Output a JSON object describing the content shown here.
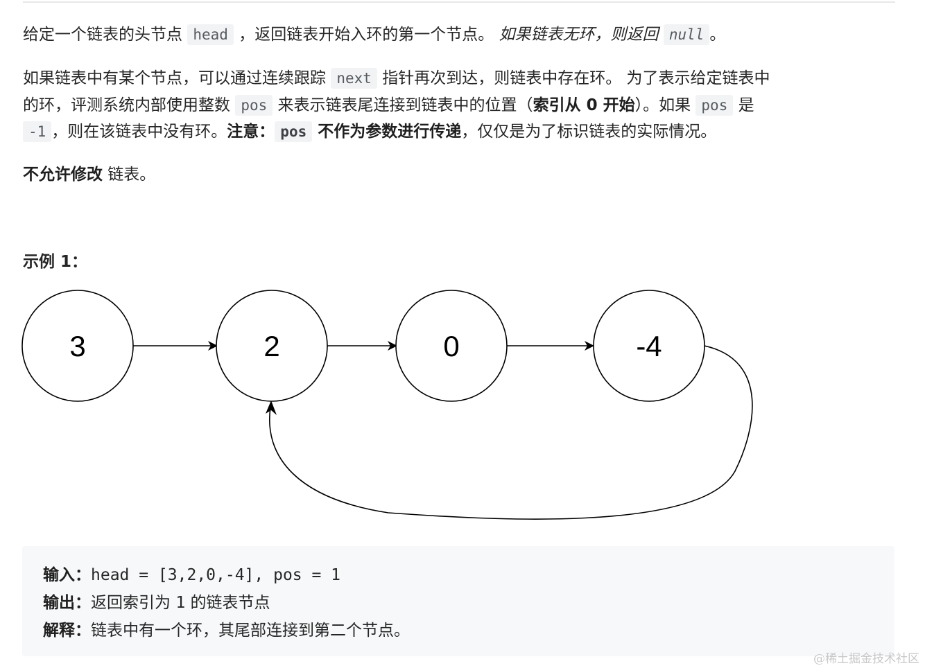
{
  "problem": {
    "p1": {
      "s1": "给定一个链表的头节点 ",
      "code_head": "head",
      "s2": " ，返回链表开始入环的第一个节点。 ",
      "em": "如果链表无环，则返回 ",
      "code_null": "null",
      "s3": "。"
    },
    "p2": {
      "s1": "如果链表中有某个节点，可以通过连续跟踪 ",
      "code_next": "next",
      "s2": " 指针再次到达，则链表中存在环。 为了表示给定链表中",
      "s3": "的环，评测系统内部使用整数 ",
      "code_pos1": "pos",
      "s4": " 来表示链表尾连接到链表中的位置（",
      "bold_index": "索引从 0 开始",
      "s5": "）。如果 ",
      "code_pos2": "pos",
      "s6": " 是",
      "code_neg1": "-1",
      "s7": "，则在该链表中没有环。",
      "bold_note": "注意：",
      "code_pos3": "pos",
      "bold_not": " 不作为参数进行传递",
      "s8": "，仅仅是为了标识链表的实际情况。"
    },
    "p3": {
      "bold": "不允许修改",
      "s1": " 链表。"
    }
  },
  "example": {
    "title": "示例 1：",
    "nodes": [
      "3",
      "2",
      "0",
      "-4"
    ],
    "code": {
      "input_label": "输入：",
      "input_value": "head = [3,2,0,-4], pos = 1",
      "output_label": "输出：",
      "output_s1": "返回索引为 ",
      "output_num": "1",
      "output_s2": " 的链表节点",
      "explain_label": "解释：",
      "explain_value": "链表中有一个环，其尾部连接到第二个节点。"
    }
  },
  "watermark": "@稀土掘金技术社区"
}
